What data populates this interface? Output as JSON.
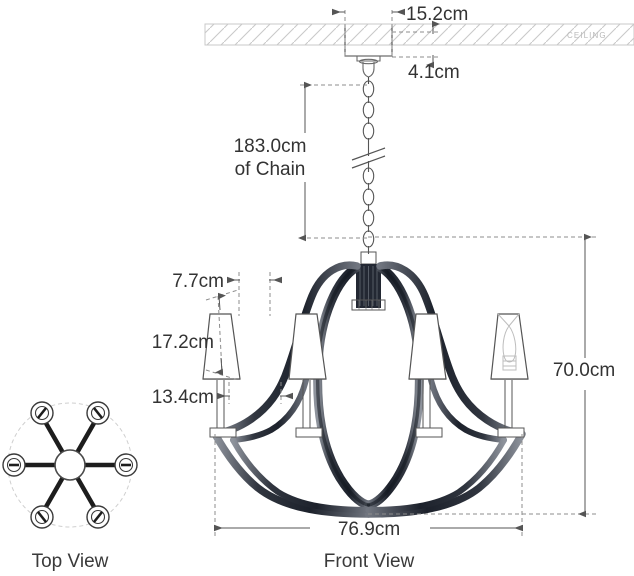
{
  "drawing": {
    "title_front": "Front View",
    "title_top": "Top View",
    "ceiling_label": "CEILING",
    "accent_dark": "#232833",
    "line_color": "#3a3a3a",
    "dim_color": "#555555",
    "text_color": "#333333",
    "ceiling_text_color": "#b9b9b9",
    "background": "#ffffff"
  },
  "dimensions": {
    "canopy_width": "15.2cm",
    "canopy_height": "4.1cm",
    "chain_length": "183.0cm",
    "chain_label_line2": "of Chain",
    "shade_top_width": "7.7cm",
    "shade_height": "17.2cm",
    "shade_bottom_width": "13.4cm",
    "fixture_height": "70.0cm",
    "fixture_width": "76.9cm"
  },
  "top_view": {
    "arm_count": 6,
    "sockets": 6
  },
  "icons": {
    "break_symbol": "chain-break-icon",
    "arrow": "dimension-arrow-icon"
  }
}
